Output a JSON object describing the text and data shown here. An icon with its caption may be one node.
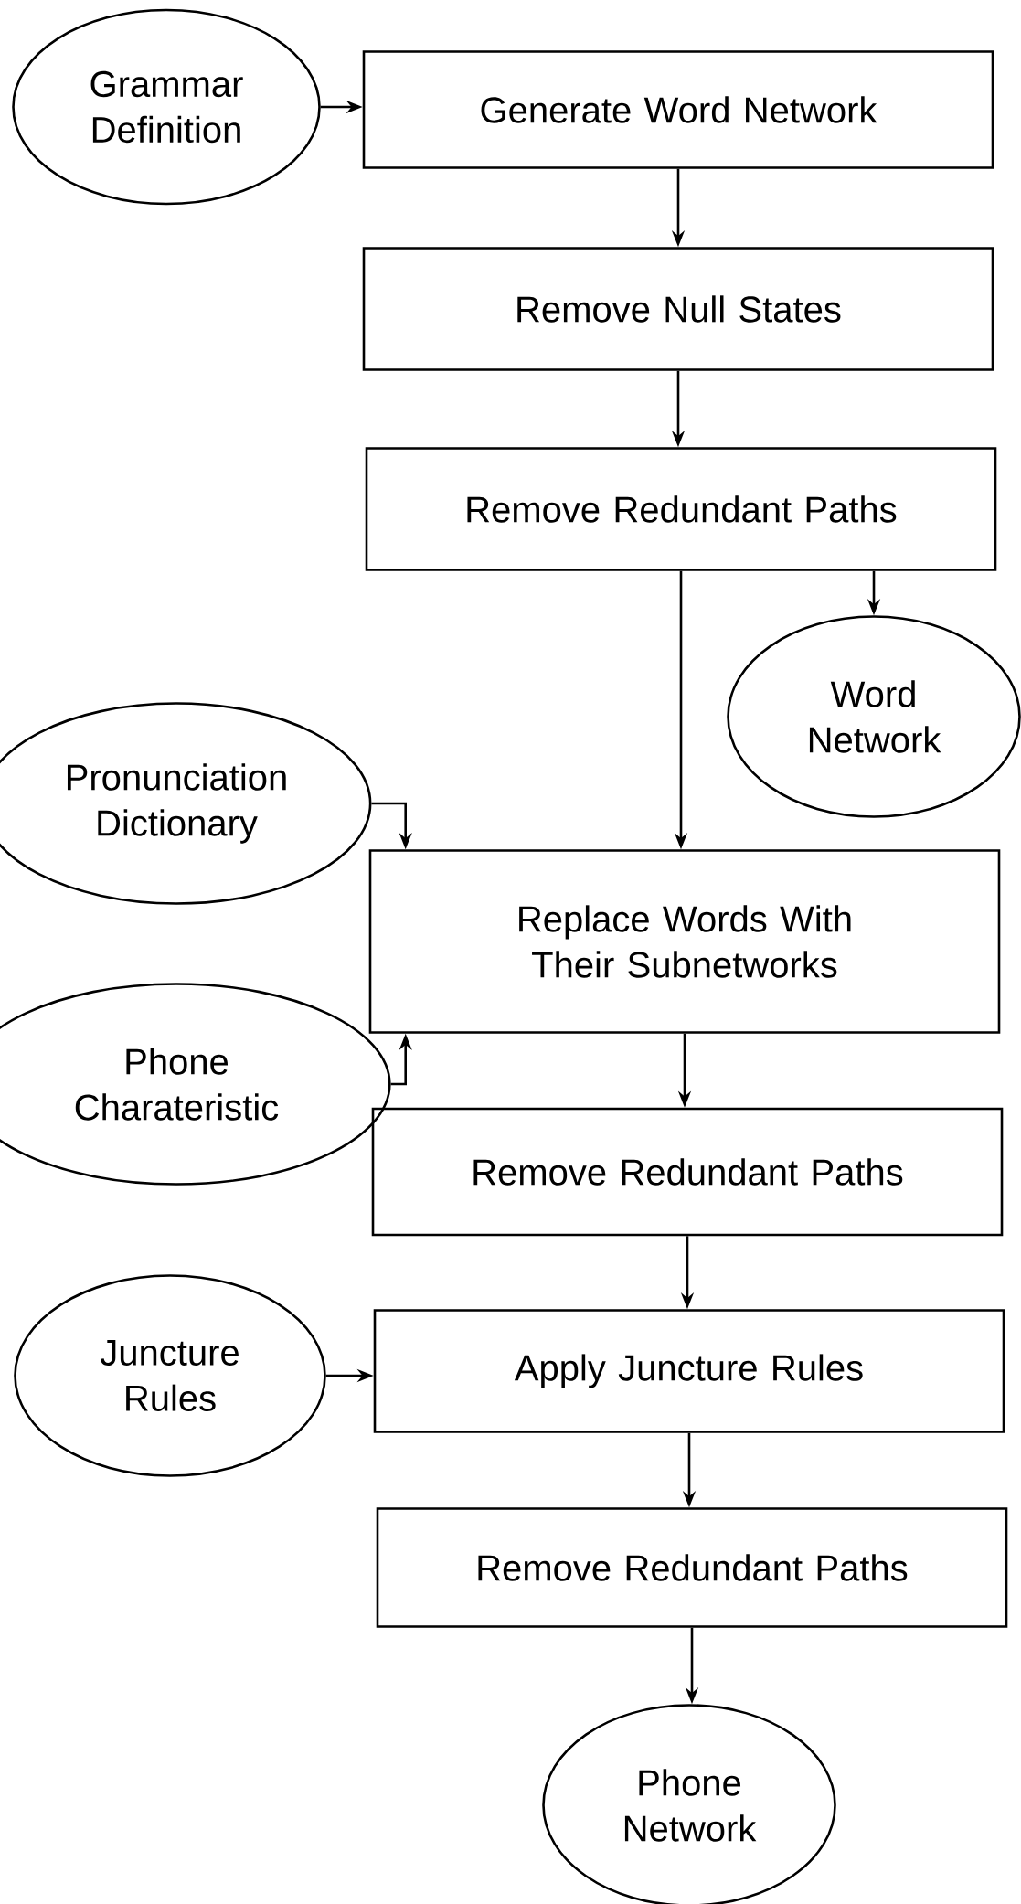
{
  "diagram": {
    "nodes": [
      {
        "text": [
          "Grammar Definition"
        ]
      },
      {
        "text": [
          "Generate Word Network"
        ]
      },
      {
        "text": [
          "Remove Null States"
        ]
      },
      {
        "text": [
          "Remove Redundant Paths"
        ]
      },
      {
        "text": [
          "Word Network"
        ]
      },
      {
        "text": [
          "Pronunciation Dictionary"
        ]
      },
      {
        "text": [
          "Replace Words With Their Subnetworks"
        ]
      },
      {
        "text": [
          "Phone Charateristic"
        ]
      },
      {
        "text": [
          "Remove Redundant Paths"
        ]
      },
      {
        "text": [
          "Juncture Rules"
        ]
      },
      {
        "text": [
          "Apply Juncture Rules"
        ]
      },
      {
        "text": [
          "Remove Redundant Paths"
        ]
      },
      {
        "text": [
          "Phone Network"
        ]
      }
    ],
    "edges": [
      {
        "from": 0,
        "to": 1,
        "arrow": "to"
      },
      {
        "from": 1,
        "to": 2,
        "arrow": "to"
      },
      {
        "from": 2,
        "to": 3,
        "arrow": "to"
      },
      {
        "from": 3,
        "to": 4,
        "arrow": "to"
      },
      {
        "from": 3,
        "to": 6,
        "arrow": "to"
      },
      {
        "from": 5,
        "to": 6,
        "arrow": "to"
      },
      {
        "from": 7,
        "to": 6,
        "arrow": "to"
      },
      {
        "from": 6,
        "to": 8,
        "arrow": "to"
      },
      {
        "from": 8,
        "to": 10,
        "arrow": "to"
      },
      {
        "from": 9,
        "to": 10,
        "arrow": "to"
      },
      {
        "from": 10,
        "to": 11,
        "arrow": "to"
      },
      {
        "from": 11,
        "to": 12,
        "arrow": "to"
      }
    ]
  }
}
